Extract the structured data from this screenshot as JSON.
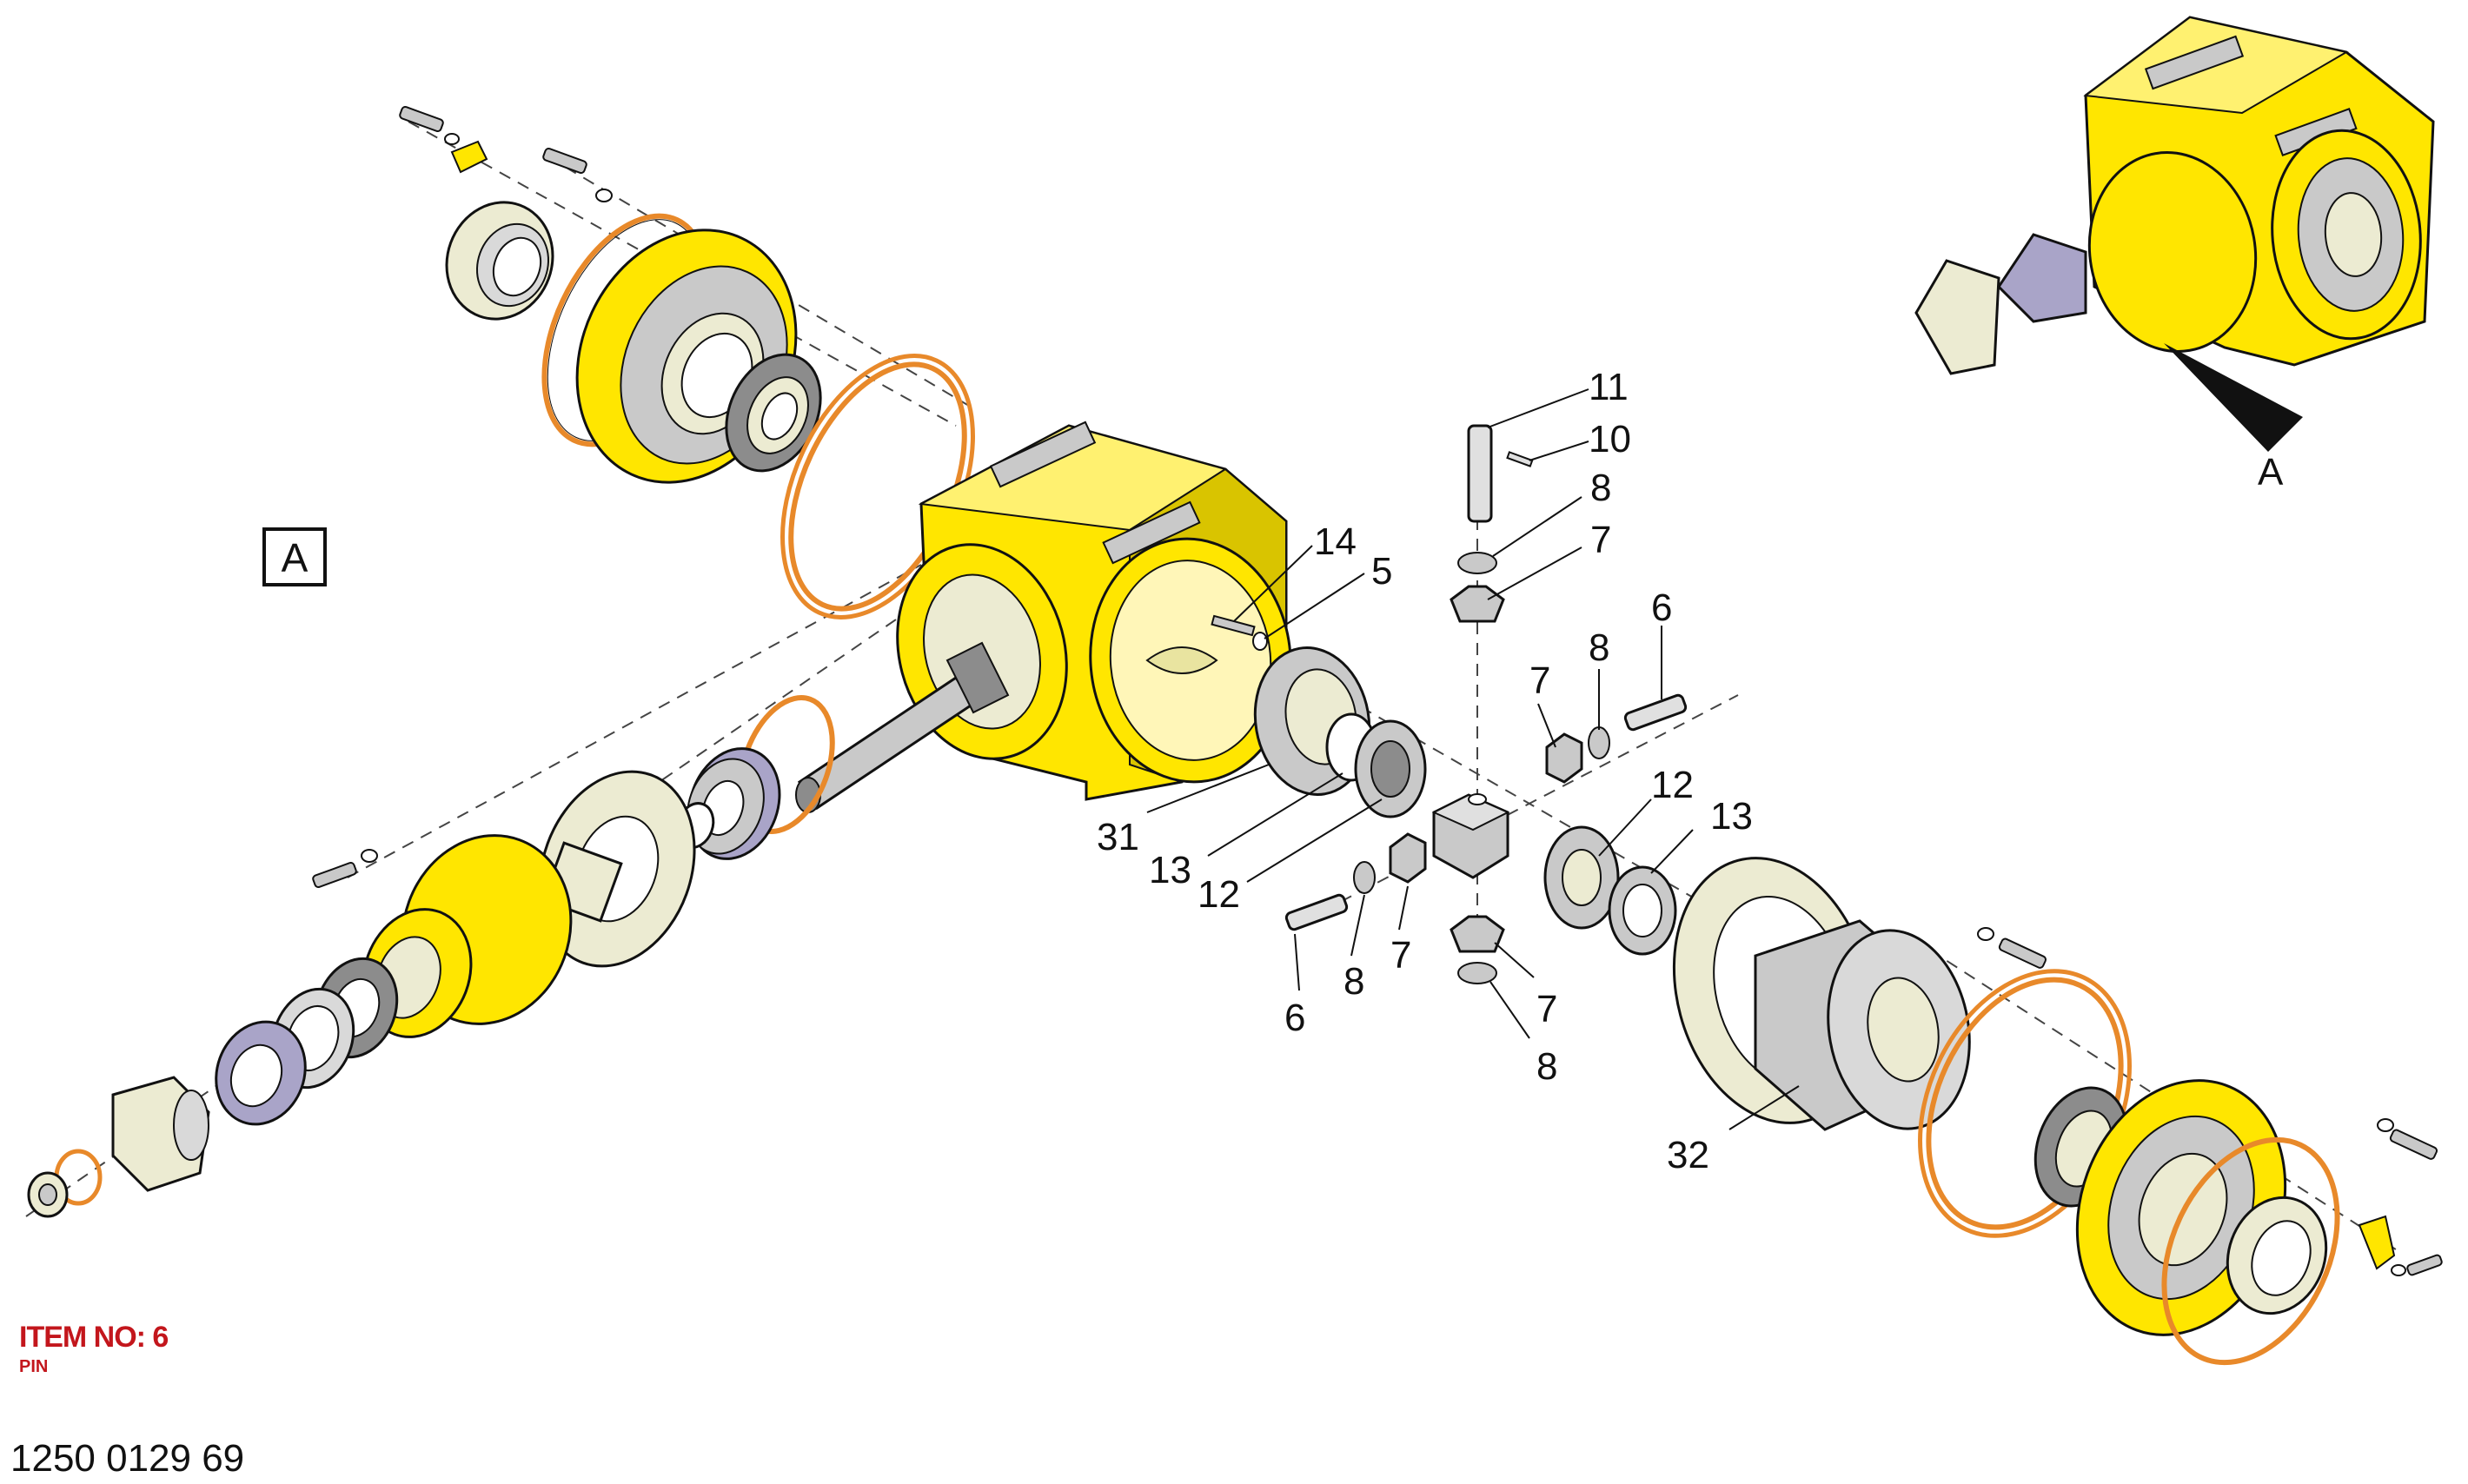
{
  "view_label": "A",
  "inset_arrow_label": "A",
  "item": {
    "title": "ITEM NO: 6",
    "subtitle": "PIN"
  },
  "document_number": "1250 0129 69",
  "callouts": [
    "11",
    "10",
    "8",
    "7",
    "14",
    "5",
    "6",
    "8",
    "7",
    "12",
    "13",
    "31",
    "13",
    "12",
    "7",
    "8",
    "6",
    "7",
    "8",
    "32"
  ],
  "colors": {
    "housing_yellow": "#ffe600",
    "housing_shadow": "#d9c400",
    "seal_orange": "#e8892a",
    "metal_gray": "#c9c9c9",
    "metal_dark": "#8c8c8c",
    "bearing_cream": "#ecebd2",
    "seal_purple": "#a9a4c8",
    "label_red": "#c3161c",
    "line": "#111111"
  }
}
